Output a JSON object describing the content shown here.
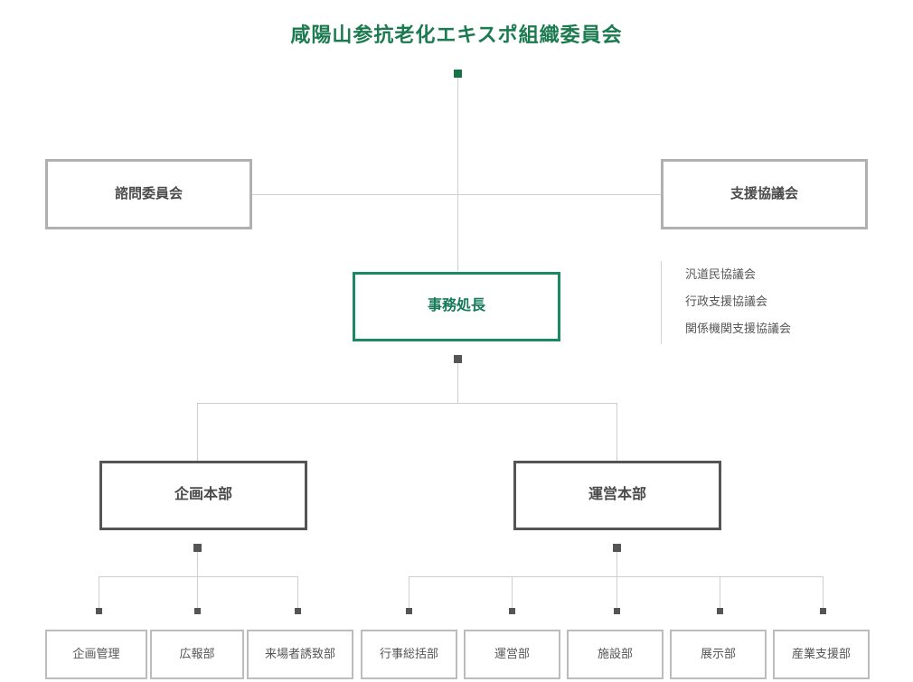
{
  "title": "咸陽山参抗老化エキスポ組織委員会",
  "theme": {
    "accent_green": "#1b7a4f",
    "box_border_green": "#1b8a63",
    "box_border_dark": "#555555",
    "box_border_gray": "#b0b0b0",
    "box_border_light": "#bcbcbc",
    "connector": "#cfcfcf",
    "text": "#555555",
    "background": "#ffffff"
  },
  "nodes": {
    "advisory": {
      "label": "諮問委員会"
    },
    "support": {
      "label": "支援協議会"
    },
    "head": {
      "label": "事務処長"
    },
    "divisions": [
      {
        "label": "企画本部"
      },
      {
        "label": "運営本部"
      }
    ]
  },
  "notes": {
    "items": [
      {
        "label": "汎道民協議会"
      },
      {
        "label": "行政支援協議会"
      },
      {
        "label": "関係機関支援協議会"
      }
    ]
  },
  "departments": {
    "planning": [
      {
        "label": "企画管理"
      },
      {
        "label": "広報部"
      },
      {
        "label": "来場者誘致部"
      }
    ],
    "operations": [
      {
        "label": "行事総括部"
      },
      {
        "label": "運営部"
      },
      {
        "label": "施設部"
      },
      {
        "label": "展示部"
      },
      {
        "label": "産業支援部"
      }
    ]
  }
}
